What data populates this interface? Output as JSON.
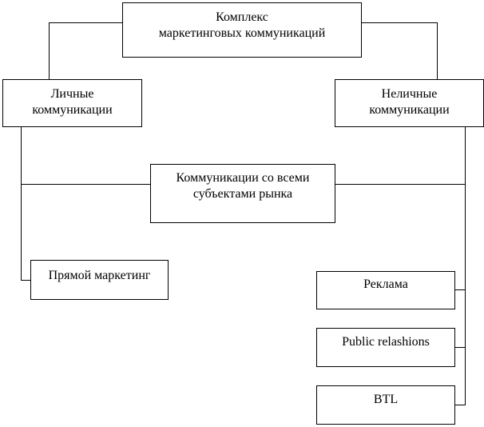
{
  "diagram": {
    "root": {
      "line1": "Комплекс",
      "line2": "маркетинговых коммуникаций"
    },
    "personal": {
      "line1": "Личные",
      "line2": "коммуникации"
    },
    "nonpersonal": {
      "line1": "Неличные",
      "line2": "коммуникации"
    },
    "all_subjects": {
      "line1": "Коммуникации со всеми",
      "line2": "субъектами рынка"
    },
    "direct_marketing": "Прямой маркетинг",
    "advertising": "Реклама",
    "public_relations": "Public relashions",
    "btl": "BTL"
  }
}
